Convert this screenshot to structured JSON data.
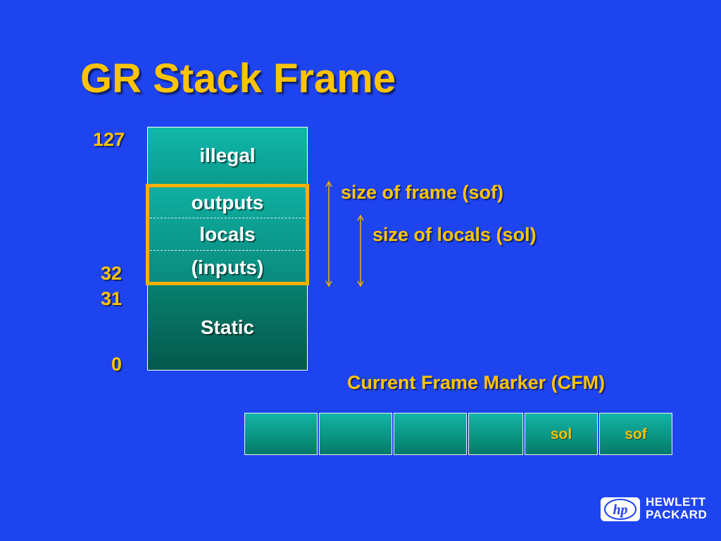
{
  "title": "GR Stack Frame",
  "register_numbers": {
    "top": "127",
    "frame_base": "32",
    "static_top": "31",
    "bottom": "0"
  },
  "regions": {
    "illegal": "illegal",
    "outputs": "outputs",
    "locals": "locals",
    "inputs": "(inputs)",
    "static": "Static"
  },
  "annotations": {
    "sof": "size of frame (sof)",
    "sol": "size of locals (sol)"
  },
  "cfm": {
    "title": "Current Frame Marker (CFM)",
    "fields": [
      "",
      "",
      "",
      "",
      "sol",
      "sof"
    ]
  },
  "logo": {
    "line1": "HEWLETT",
    "line2": "PACKARD",
    "mark": "hp"
  },
  "colors": {
    "background": "#1e44f0",
    "accent": "#ffc400",
    "teal": "#0aa090"
  }
}
